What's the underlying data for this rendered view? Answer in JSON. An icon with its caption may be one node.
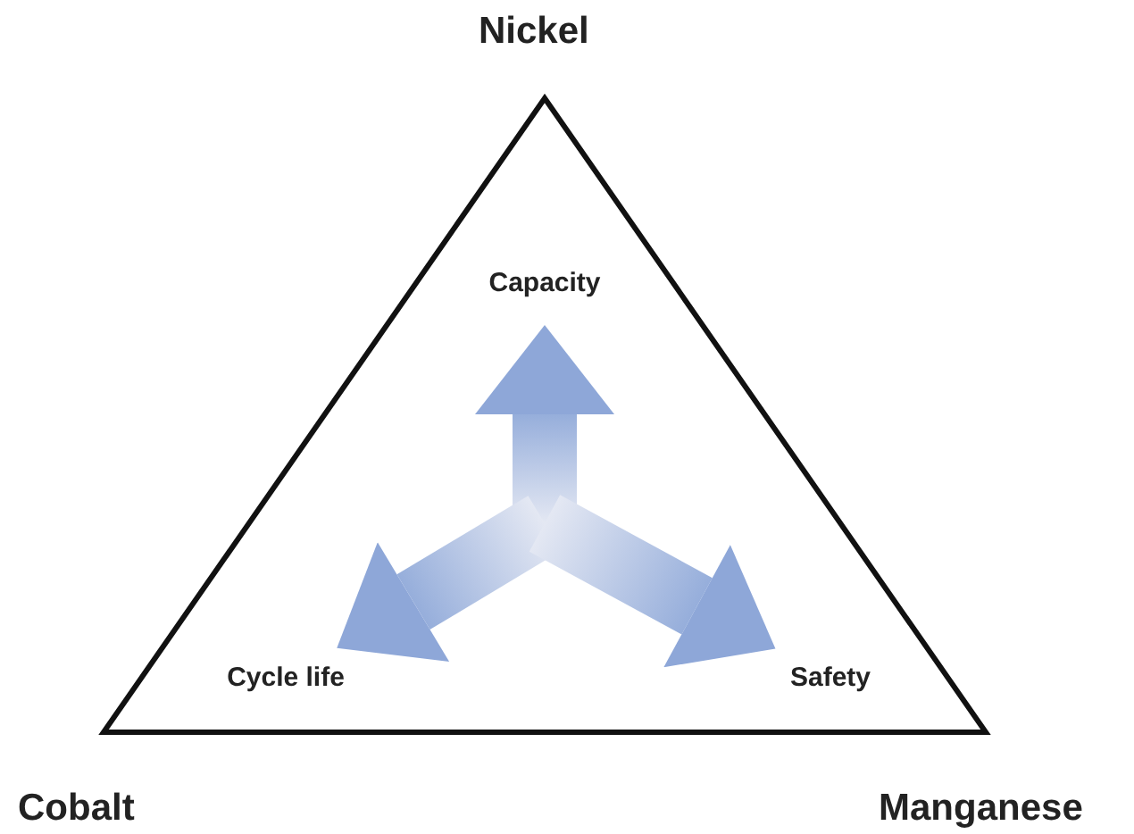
{
  "diagram": {
    "nodes": [
      {
        "text": [],
        "shape": "triangle"
      },
      {
        "text": [
          "Capacity"
        ],
        "in": 0
      },
      {
        "text": [
          "Cycle life"
        ],
        "in": 0
      },
      {
        "text": [
          "Safety"
        ],
        "in": 0
      }
    ],
    "edges": [
      {
        "from": null,
        "to": 1,
        "arrow": "to"
      },
      {
        "from": null,
        "to": 2,
        "arrow": "to"
      },
      {
        "from": null,
        "to": 3,
        "arrow": "to"
      }
    ],
    "labels": [
      "Nickel",
      "Cobalt",
      "Manganese"
    ]
  }
}
